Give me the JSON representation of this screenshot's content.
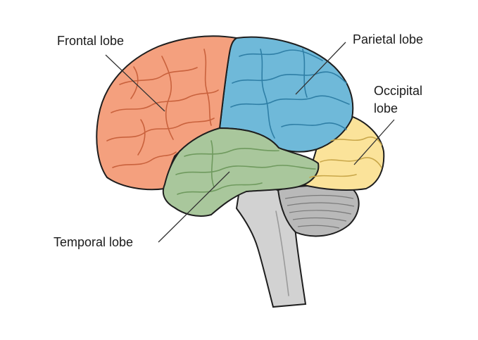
{
  "labels": {
    "frontal": "Frontal lobe",
    "parietal": "Parietal lobe",
    "occipital_line1": "Occipital",
    "occipital_line2": "lobe",
    "temporal": "Temporal lobe"
  },
  "colors": {
    "frontal": "#f4a07e",
    "parietal": "#6fb9d9",
    "occipital": "#fbe39a",
    "temporal": "#a9c79c",
    "cerebellum": "#b9b9b9",
    "brainstem": "#d2d2d2",
    "outline": "#1e1e1e",
    "leader": "#333333"
  }
}
